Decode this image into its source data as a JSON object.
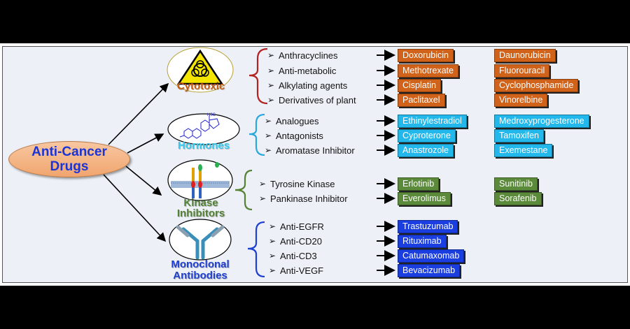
{
  "title": "Anti-Cancer Drugs",
  "title_lines": [
    "Anti-Cancer",
    "Drugs"
  ],
  "categories": [
    {
      "id": "cytotoxic",
      "label_lines": [
        "Cytotoxic"
      ],
      "color": "#c55a11",
      "box_color": "#d0621a",
      "icon": "biohazard-icon",
      "rows": [
        {
          "class": "Anthracyclines",
          "drugs": [
            "Doxorubicin",
            "Daunorubicin"
          ]
        },
        {
          "class": "Anti-metabolic",
          "drugs": [
            "Methotrexate",
            "Fluorouracil"
          ]
        },
        {
          "class": "Alkylating agents",
          "drugs": [
            "Cisplatin",
            "Cyclophosphamide"
          ]
        },
        {
          "class": "Derivatives of plant",
          "drugs": [
            "Paclitaxel",
            "Vinorelbine"
          ]
        }
      ]
    },
    {
      "id": "hormones",
      "label_lines": [
        "Hormones"
      ],
      "color": "#33ccf0",
      "box_color": "#22b8ec",
      "icon": "steroid-structure-icon",
      "rows": [
        {
          "class": "Analogues",
          "drugs": [
            "Ethinylestradiol",
            "Medroxyprogesterone"
          ]
        },
        {
          "class": "Antagonists",
          "drugs": [
            "Cyproterone",
            "Tamoxifen"
          ]
        },
        {
          "class": "Aromatase Inhibitor",
          "drugs": [
            "Anastrozole",
            "Exemestane"
          ]
        }
      ]
    },
    {
      "id": "kinase",
      "label_lines": [
        "Kinase",
        "Inhibitors"
      ],
      "color": "#548235",
      "box_color": "#5b8a3a",
      "icon": "kinase-receptor-icon",
      "rows": [
        {
          "class": "Tyrosine Kinase",
          "drugs": [
            "Erlotinib",
            "Sunitinib"
          ]
        },
        {
          "class": "Pankinase Inhibitor",
          "drugs": [
            "Everolimus",
            "Sorafenib"
          ]
        }
      ]
    },
    {
      "id": "monoclonal",
      "label_lines": [
        "Monoclonal",
        "Antibodies"
      ],
      "color": "#1f3fd0",
      "box_color": "#1a3ee0",
      "icon": "antibody-icon",
      "rows": [
        {
          "class": "Anti-EGFR",
          "drugs": [
            "Trastuzumab"
          ]
        },
        {
          "class": "Anti-CD20",
          "drugs": [
            "Rituximab"
          ]
        },
        {
          "class": "Anti-CD3",
          "drugs": [
            "Catumaxomab"
          ]
        },
        {
          "class": "Anti-VEGF",
          "drugs": [
            "Bevacizumab"
          ]
        }
      ]
    }
  ]
}
